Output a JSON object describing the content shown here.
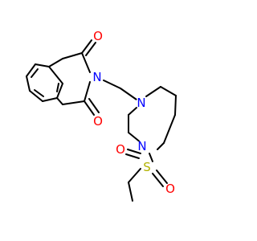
{
  "molecule": {
    "atoms": [
      {
        "id": "O1",
        "symbol": "O",
        "color": "#ff0000"
      },
      {
        "id": "N1",
        "symbol": "N",
        "color": "#0000ff"
      },
      {
        "id": "O2",
        "symbol": "O",
        "color": "#ff0000"
      },
      {
        "id": "N2",
        "symbol": "N",
        "color": "#0000ff"
      },
      {
        "id": "N3",
        "symbol": "N",
        "color": "#0000ff"
      },
      {
        "id": "S1",
        "symbol": "S",
        "color": "#b2b200"
      },
      {
        "id": "O3",
        "symbol": "O",
        "color": "#ff0000"
      },
      {
        "id": "O4",
        "symbol": "O",
        "color": "#ff0000"
      }
    ]
  }
}
